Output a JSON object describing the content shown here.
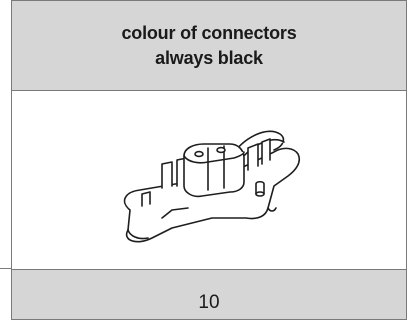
{
  "header": {
    "line1": "colour of connectors",
    "line2": "always black"
  },
  "illustration": {
    "icon": "cable-connector-drawing-icon"
  },
  "footer": {
    "value": "10"
  }
}
